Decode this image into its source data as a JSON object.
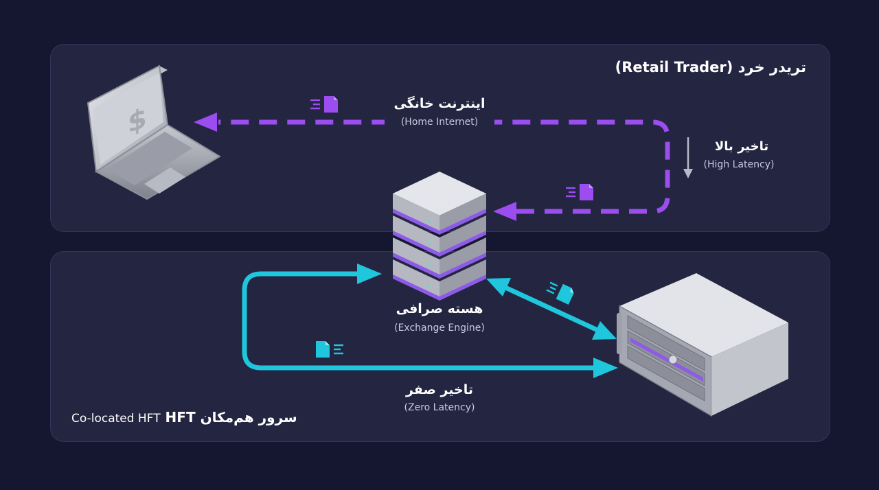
{
  "panels": {
    "retail": {
      "title": "تریدر خرد (Retail Trader)"
    },
    "hft": {
      "title_fa": "سرور هم‌مکان",
      "title_en": "Co-located HFT",
      "title_tag": "HFT"
    }
  },
  "labels": {
    "home_internet_fa": "اینترنت خانگی",
    "home_internet_en": "(Home Internet)",
    "high_latency_fa": "تاخیر بالا",
    "high_latency_en": "(High Latency)",
    "engine_fa": "هسته صرافی",
    "engine_en": "(Exchange Engine)",
    "zero_latency_fa": "تاخیر صفر",
    "zero_latency_en": "(Zero Latency)"
  },
  "icons": [
    "laptop-icon",
    "dollar-icon",
    "server-stack-icon",
    "rack-server-icon",
    "document-icon",
    "down-arrow-icon"
  ],
  "colors": {
    "background": "#15162f",
    "panel": "#232541",
    "retail_path": "#9b4df0",
    "hft_path": "#1fc6dc",
    "text": "#ffffff",
    "subtext": "#c9cbe0"
  }
}
